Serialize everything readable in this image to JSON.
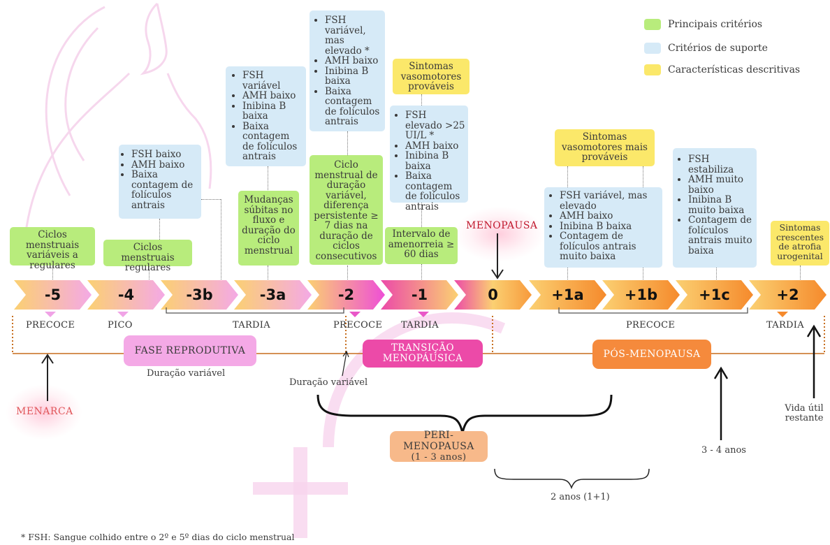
{
  "legend": {
    "main": "Principais critérios",
    "support": "Critérios de suporte",
    "descriptive": "Características descritivas",
    "colors": {
      "main": "#b8ec7c",
      "support": "#d6eaf7",
      "descriptive": "#fbe86a"
    }
  },
  "stages": [
    "-5",
    "-4",
    "-3b",
    "-3a",
    "-2",
    "-1",
    "0",
    "+1a",
    "+1b",
    "+1c",
    "+2"
  ],
  "sublabels": {
    "s5": "PRECOCE",
    "s4": "PICO",
    "s3": "TARDIA",
    "s2": "PRECOCE",
    "s1": "TARDIA",
    "p1": "PRECOCE",
    "p2": "TARDIA"
  },
  "green": {
    "s5": "Ciclos menstruais variáveis a regulares",
    "s4": "Ciclos menstruais regulares",
    "s3a": "Mudanças súbitas no fluxo e duração do ciclo menstrual",
    "s2": "Ciclo menstrual de duração variável, diferença persistente ≥ 7 dias na duração de ciclos consecutivos",
    "s1": "Intervalo de amenorreia ≥ 60 dias"
  },
  "blue": {
    "s4": [
      "FSH baixo",
      "AMH baixo",
      "Baixa contagem de folículos antrais"
    ],
    "s3a": [
      "FSH variável",
      "AMH baixo",
      "Inibina B baixa",
      "Baixa contagem de folículos antrais"
    ],
    "s2": [
      "FSH variável, mas elevado *",
      "AMH baixo",
      "Inibina B baixa",
      "Baixa contagem de folículos antrais"
    ],
    "s1": [
      "FSH elevado >25 UI/L *",
      "AMH baixo",
      "Inibina B baixa",
      "Baixa contagem de folículos antrais"
    ],
    "p1ab": [
      "FSH variável, mas elevado",
      "AMH baixo",
      "Inibina B baixa",
      "Contagem de folículos antrais muito baixa"
    ],
    "p1c": [
      "FSH estabiliza",
      "AMH muito baixo",
      "Inibina B muito baixa",
      "Contagem de folículos antrais muito baixa"
    ]
  },
  "yellow": {
    "s1": "Sintomas vasomotores prováveis",
    "p1": "Sintomas vasomotores mais prováveis",
    "p2": "Sintomas crescentes de atrofia urogenital"
  },
  "phases": {
    "reproductive": "FASE REPRODUTIVA",
    "transition": "TRANSIÇÃO MENOPÁUSICA",
    "post": "PÓS-MENOPAUSA",
    "peri": "PERI-MENOPAUSA",
    "peri_sub": "(1 - 3 anos)"
  },
  "events": {
    "menopause": "MENOPAUSA",
    "menarche": "MENARCA"
  },
  "notes": {
    "dur1": "Duração variável",
    "dur2": "Duração variável",
    "two_years": "2 anos (1+1)",
    "three_four": "3 - 4 anos",
    "life1": "Vida útil",
    "life2": "restante",
    "footnote": "* FSH: Sangue colhido entre o 2º e 5º dias do ciclo menstrual"
  }
}
